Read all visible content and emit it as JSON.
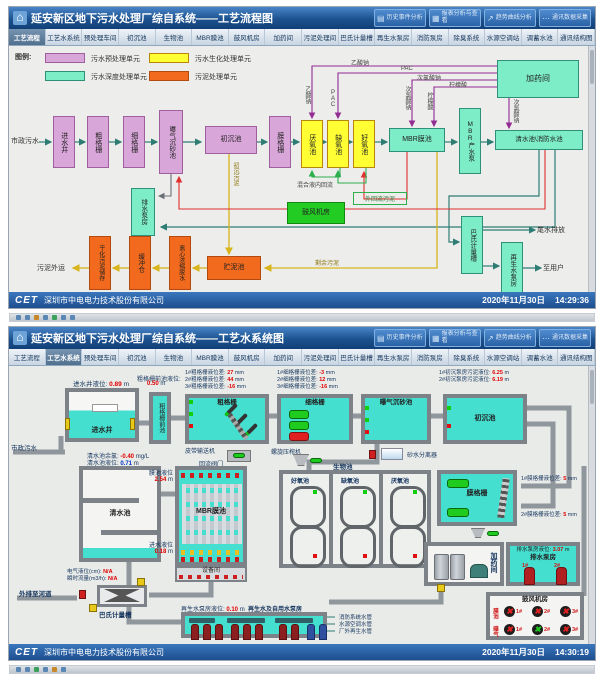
{
  "chrome": {
    "logo": "CET",
    "company": "深圳市中电电力技术股份有限公司",
    "buttons": [
      "历史事件分析",
      "报表分析与查看",
      "趋势曲线分析",
      "通讯数据采集"
    ],
    "tabs": [
      "工艺流程",
      "工艺水系统",
      "预处理车间",
      "初沉池",
      "生物池",
      "MBR膜池",
      "鼓风机房",
      "加药间",
      "污泥处理间",
      "巴氏计量槽",
      "再生水泵房",
      "消防泵房",
      "除臭系统",
      "水源空调站",
      "调蓄水池",
      "通讯结构图"
    ],
    "panel_top": {
      "title": "延安新区地下污水处理厂综自系统——工艺流程图",
      "date": "2020年11月30日",
      "time": "14:29:36"
    },
    "panel_bottom": {
      "title": "延安新区地下污水处理厂综自系统——工艺水系统图",
      "date": "2020年11月30日",
      "time": "14:30:19"
    }
  },
  "legend": {
    "title": "图例:",
    "items": [
      {
        "label": "污水预处理单元",
        "color": "#d9a6d9"
      },
      {
        "label": "污水生化处理单元",
        "color": "#ffff33"
      },
      {
        "label": "污水深度处理单元",
        "color": "#7dedc8"
      },
      {
        "label": "污泥处理单元",
        "color": "#f26a1d"
      }
    ]
  },
  "flow": {
    "source": "市政污水",
    "inlet_well": "进水井",
    "coarse_screen": "粗格栅",
    "fine_screen": "细格栅",
    "grit_tank": "曝气沉砂池",
    "primary_tank": "初沉池",
    "membrane_screen": "膜格栅",
    "anaerobic": "厌氧池",
    "anoxic": "缺氧池",
    "aerobic": "好氧池",
    "mbr": "MBR膜池",
    "mbr_pump": "MBR产水泵",
    "clear_tank": "清水池\\消防水池",
    "dosing_room": "加药间",
    "drain_pump": "排水泵房",
    "blower_room": "鼓风机房",
    "sludge_tank": "贮泥池",
    "centrifuge": "离心浓缩脱水",
    "buffer": "缓冲仓",
    "dry_storage": "干化污泥储存",
    "parshall": "巴氏计量槽",
    "reclaim_pump": "再生水泵房",
    "acetate": "乙酸钠",
    "pac": "PAC",
    "hypochlorite": "次氯酸钠",
    "citric": "柠檬酸",
    "primary_sludge": "初沉污泥",
    "excess_sludge": "剩余污泥",
    "internal_recycle": "混合液内回流",
    "external_recycle": "外回流污泥",
    "sludge_out": "污泥外运",
    "tail_discharge": "尾水排放",
    "to_users": "至用户"
  },
  "sys": {
    "source": "市政污水",
    "inlet_well": "进水井",
    "fore_bay": "粗格栅前池",
    "coarse_screen": "粗格栅",
    "belt_conveyor": "皮带输送机",
    "fine_screen": "细格栅",
    "screw_press": "螺旋压榨机",
    "grit_tank": "曝气沉砂池",
    "sand_separator": "砂水分离器",
    "primary_tank": "初沉池",
    "clear_tank": "清水池",
    "mbr": "MBR膜池",
    "return_valves": "回流阀门",
    "equipment_room": "设备间",
    "bio_tank": "生物池",
    "aerobic": "好氧池",
    "anoxic": "缺氧池",
    "anaerobic": "厌氧池",
    "membrane_screen": "膜格栅",
    "dosing_room": "加药间",
    "drain_pump_house": "排水泵房",
    "blower_room": "鼓风机房",
    "parshall": "巴氏计量槽",
    "river_out": "外排至河道",
    "reclaim_house": "再生水及自用水泵房",
    "pipes": [
      "消防系统水管",
      "水源空调水管",
      "厂外再生水管"
    ],
    "fan_labels": [
      "1#",
      "2#",
      "3#",
      "1#",
      "2#",
      "3#"
    ],
    "pump_labels": [
      "1#",
      "2#"
    ],
    "blower_rows": [
      "膜池",
      "曝气"
    ],
    "levels": {
      "inlet_well": {
        "label": "进水井液位:",
        "value": "0.89",
        "unit": "m"
      },
      "fore_bay": {
        "label": "粗格栅前池液位:",
        "value": "0.50",
        "unit": "m"
      },
      "coarse": [
        {
          "label": "1#粗格栅液位差:",
          "value": "27",
          "unit": "mm"
        },
        {
          "label": "2#粗格栅液位差:",
          "value": "44",
          "unit": "mm"
        },
        {
          "label": "3#粗格栅液位差:",
          "value": "-16",
          "unit": "mm"
        }
      ],
      "fine": [
        {
          "label": "1#细格栅液位差:",
          "value": "-3",
          "unit": "mm"
        },
        {
          "label": "2#细格栅液位差:",
          "value": "12",
          "unit": "mm"
        },
        {
          "label": "3#细格栅液位差:",
          "value": "-16",
          "unit": "mm"
        }
      ],
      "primary": [
        {
          "label": "1#初沉泵房污泥液位:",
          "value": "6.25",
          "unit": "m"
        },
        {
          "label": "2#初沉泵房污泥液位:",
          "value": "6.19",
          "unit": "m"
        }
      ],
      "clear_cl": {
        "label": "清水池余氯:",
        "value": "-0.40",
        "unit": "mg/L"
      },
      "clear_lv": {
        "label": "清水池液位:",
        "value": "0.71",
        "unit": "m"
      },
      "mbr_lv": {
        "label": "膜池液位",
        "value": "2.54",
        "unit": "m"
      },
      "mbr_in": {
        "label": "进水液位",
        "value": "0.18",
        "unit": "m"
      },
      "mem_screen": [
        {
          "label": "1#膜格栅液位差:",
          "value": "5",
          "unit": "mm"
        },
        {
          "label": "2#膜格栅液位差:",
          "value": "5",
          "unit": "mm"
        }
      ],
      "drain": {
        "label": "排水泵房液位:",
        "value": "3.07",
        "unit": "m"
      },
      "parshall_level": {
        "label": "电气液位(cm):",
        "value": "N/A",
        "unit": ""
      },
      "parshall_flow": {
        "label": "瞬时流量(m3/h):",
        "value": "N/A",
        "unit": ""
      },
      "reclaim": {
        "label": "再生水泵房液位:",
        "value": "0.10",
        "unit": "m"
      }
    }
  }
}
